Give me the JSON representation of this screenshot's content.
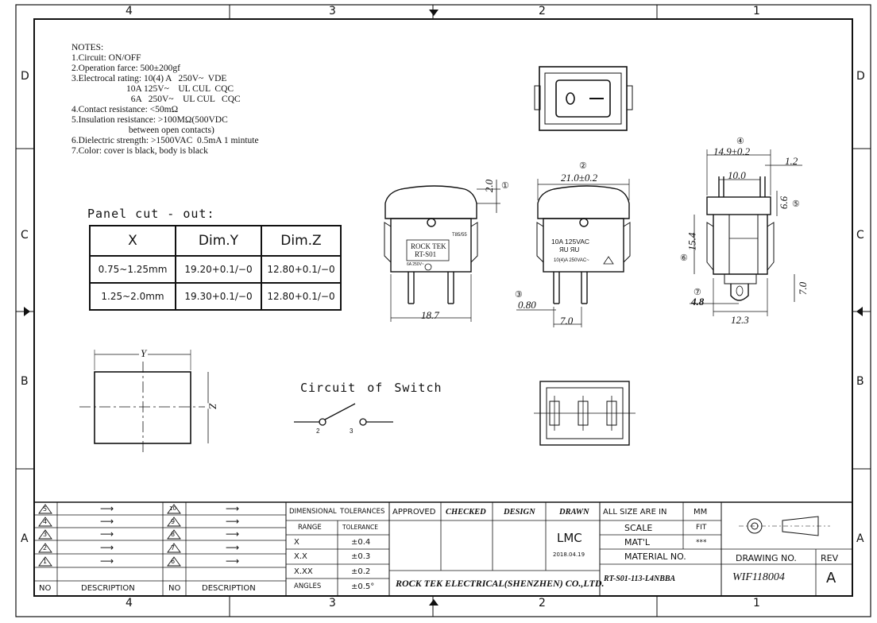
{
  "zones": {
    "columns": [
      "4",
      "3",
      "2",
      "1"
    ],
    "rows": [
      "D",
      "C",
      "B",
      "A"
    ]
  },
  "notes": [
    "NOTES:",
    "1.Circuit: ON/OFF",
    "2.Operation farce: 500±200gf",
    "3.Electrocal rating: 10(4) A   250V~  VDE",
    "                        10A 125V~    UL CUL  CQC",
    "                          6A   250V~    UL CUL   CQC",
    "4.Contact resistance: <50mΩ",
    "5.Insulation resistance: >100MΩ(500VDC",
    "                         between open contacts)",
    "6.Dielectric strength: >1500VAC  0.5mA 1 mintute",
    "7.Color: cover is black, body is black"
  ],
  "panel_cut": {
    "title": "Panel cut - out:",
    "headers": [
      "X",
      "Dim.Y",
      "Dim.Z"
    ],
    "rows": [
      [
        "0.75~1.25mm",
        "19.20+0.1/−0",
        "12.80+0.1/−0"
      ],
      [
        "1.25~2.0mm",
        "19.30+0.1/−0",
        "12.80+0.1/−0"
      ]
    ]
  },
  "cutout_labels": {
    "y": "Y",
    "z": "Z"
  },
  "circuit": {
    "title": "Circuit  of  Switch",
    "pin_a": "2",
    "pin_b": "3"
  },
  "side_view": {
    "label_line1": "ROCK TEK",
    "label_line2": "RT-S01",
    "label_small": "6A 250V~",
    "label_temp": "T85/55",
    "dim_height": "2.0",
    "dim_height_marker": "①",
    "dim_width": "18.7"
  },
  "front_view": {
    "dim_top": "21.0±0.2",
    "dim_top_marker": "②",
    "text1": "10A  125VAC",
    "text2": "ЯU ЯU",
    "text3": "10(4)A 250VAC~",
    "dim_pin": "0.80",
    "dim_pin_marker": "③",
    "dim_pin_spacing": "7.0"
  },
  "right_view": {
    "dim_top": "14.9±0.2",
    "dim_top_marker": "④",
    "dim_inner": "10.0",
    "dim_edge": "1.2",
    "dim_side": "6.6",
    "dim_side_marker": "⑤",
    "dim_height": "15.4",
    "dim_height_marker": "⑥",
    "dim_pin": "4.8",
    "dim_pin_marker": "⑦",
    "dim_pin_len": "7.0",
    "dim_bottom": "12.3"
  },
  "title_block": {
    "rev_numbers_left": [
      "5",
      "4",
      "3",
      "2",
      "1"
    ],
    "rev_numbers_right": [
      "10",
      "9",
      "8",
      "7",
      "6"
    ],
    "arrow": "⟶",
    "col_no": "NO",
    "col_description": "DESCRIPTION",
    "tol_header_1": "DIMENSIONAL",
    "tol_header_2": "TOLERANCES",
    "tol_col_range": "RANGE",
    "tol_col_tolerance": "TOLERANCE",
    "tol_rows": [
      [
        "X",
        "±0.4"
      ],
      [
        "X.X",
        "±0.3"
      ],
      [
        "X.XX",
        "±0.2"
      ],
      [
        "ANGLES",
        "±0.5°"
      ]
    ],
    "approved": "APPROVED",
    "checked": "CHECKED",
    "design": "DESIGN",
    "drawn": "DRAWN",
    "drawn_by": "LMC",
    "drawn_date": "2018.04.19",
    "company": "ROCK TEK ELECTRICAL(SHENZHEN) CO.,LTD.",
    "all_size": "ALL SIZE ARE IN",
    "unit": "MM",
    "scale_label": "SCALE",
    "scale": "FIT",
    "matl_label": "MAT'L",
    "matl": "***",
    "material_no_label": "MATERIAL  NO.",
    "material_no": "RT-S01-113-L4NBBA",
    "drawing_no_label": "DRAWING NO.",
    "drawing_no": "WIF118004",
    "rev_label": "REV",
    "rev": "A"
  }
}
